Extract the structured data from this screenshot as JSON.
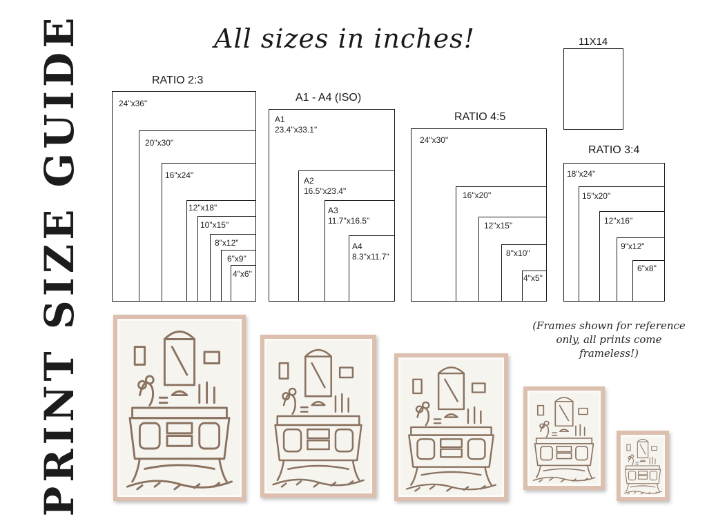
{
  "title": "PRINT SIZE GUIDE",
  "headline": "All sizes in inches!",
  "groups": {
    "ratio23": {
      "label": "RATIO  2:3",
      "sizes": [
        "24\"x36\"",
        "20\"x30\"",
        "16\"x24\"",
        "12\"x18\"",
        "10\"x15\"",
        "8\"x12\"",
        "6\"x9\"",
        "4\"x6\""
      ]
    },
    "iso": {
      "label": "A1 - A4 (ISO)",
      "sizes": [
        {
          "name": "A1",
          "dims": "23.4\"x33.1\""
        },
        {
          "name": "A2",
          "dims": "16.5\"x23.4\""
        },
        {
          "name": "A3",
          "dims": "11.7\"x16.5\""
        },
        {
          "name": "A4",
          "dims": "8.3\"x11.7\""
        }
      ]
    },
    "ratio45": {
      "label": "RATIO 4:5",
      "sizes": [
        "24\"x30\"",
        "16\"x20\"",
        "12\"x15\"",
        "8\"x10\"",
        "4\"x5\""
      ]
    },
    "ratio34": {
      "label": "RATIO 3:4",
      "sizes": [
        "18\"x24\"",
        "15\"x20\"",
        "12\"x16\"",
        "9\"x12\"",
        "6\"x8\""
      ]
    },
    "single": {
      "label": "11X14"
    }
  },
  "note": "(Frames shown for reference only, all prints come frameless!)",
  "colors": {
    "frame": "#dcbfae",
    "sketch": "#8a7260",
    "ink": "#1a1a1a"
  }
}
